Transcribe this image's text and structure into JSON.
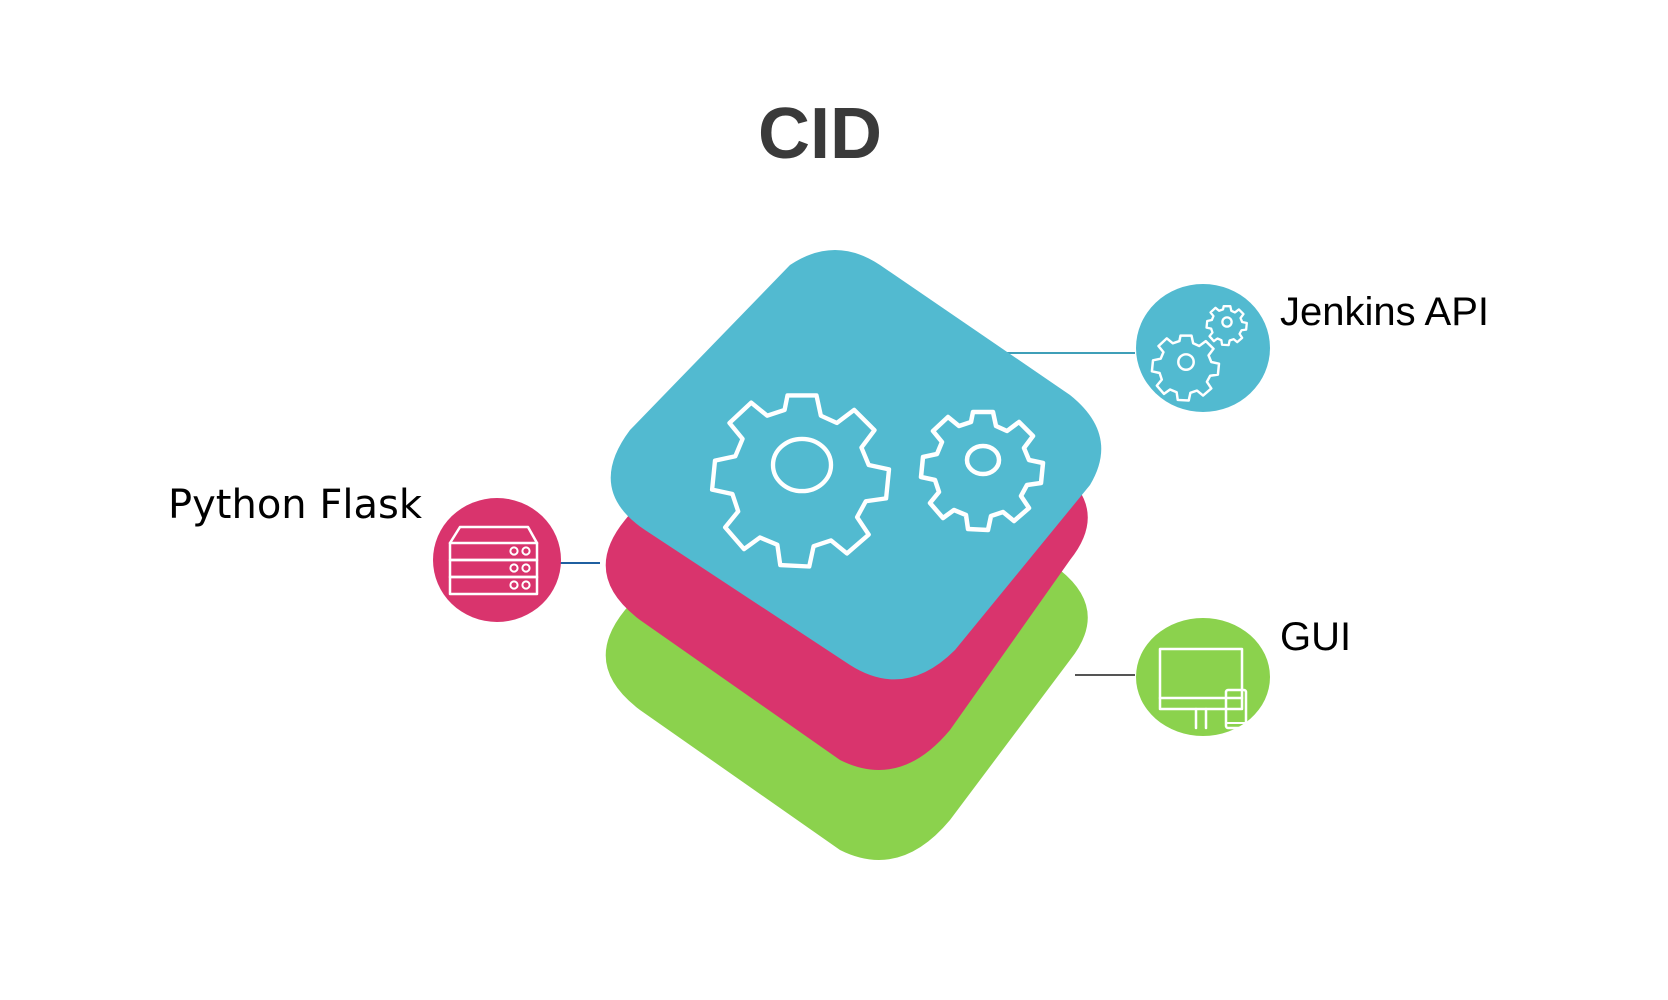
{
  "title": "CID",
  "colors": {
    "title": "#3a3a3a",
    "label": "#000000",
    "layer_top": "#52bad0",
    "layer_middle": "#d9346d",
    "layer_bottom": "#8bd24d",
    "connector_top": "#3f9fb8",
    "connector_middle": "#1f5fa0",
    "connector_bottom": "#555555",
    "icon_line": "#ffffff"
  },
  "layers": [
    {
      "id": "top",
      "icon": "gears-icon",
      "color_key": "layer_top"
    },
    {
      "id": "middle",
      "color_key": "layer_middle"
    },
    {
      "id": "bottom",
      "color_key": "layer_bottom"
    }
  ],
  "components": {
    "jenkins": {
      "label": "Jenkins API",
      "icon": "gears-icon",
      "color_key": "layer_top"
    },
    "flask": {
      "label": "Python Flask",
      "icon": "server-icon",
      "color_key": "layer_middle"
    },
    "gui": {
      "label": "GUI",
      "icon": "monitor-phone-icon",
      "color_key": "layer_bottom"
    }
  }
}
